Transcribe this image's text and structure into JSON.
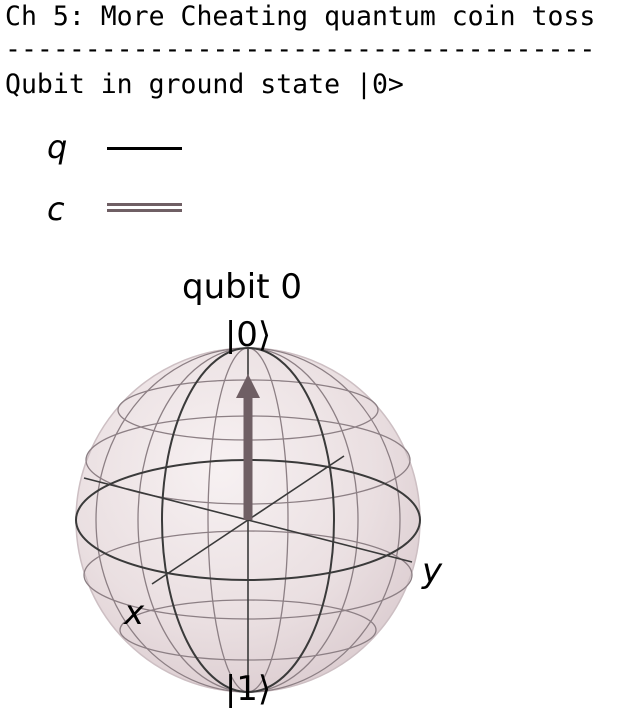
{
  "console": {
    "heading": "Ch 5: More Cheating quantum coin toss",
    "rule": "-------------------------------------",
    "status": "Qubit in ground state |0>"
  },
  "circuit": {
    "quantum_wire_label": "q",
    "classical_wire_label": "c"
  },
  "bloch": {
    "title": "qubit 0",
    "north_label": "|0⟩",
    "south_label": "|1⟩",
    "x_label": "x",
    "y_label": "y",
    "state_vector": {
      "theta_deg": 0,
      "phi_deg": 0
    },
    "colors": {
      "sphere_fill": "#e7d9dc",
      "wireframe": "#8c7f84",
      "axes": "#3a3a3a",
      "vector": "#6f5f64"
    }
  }
}
